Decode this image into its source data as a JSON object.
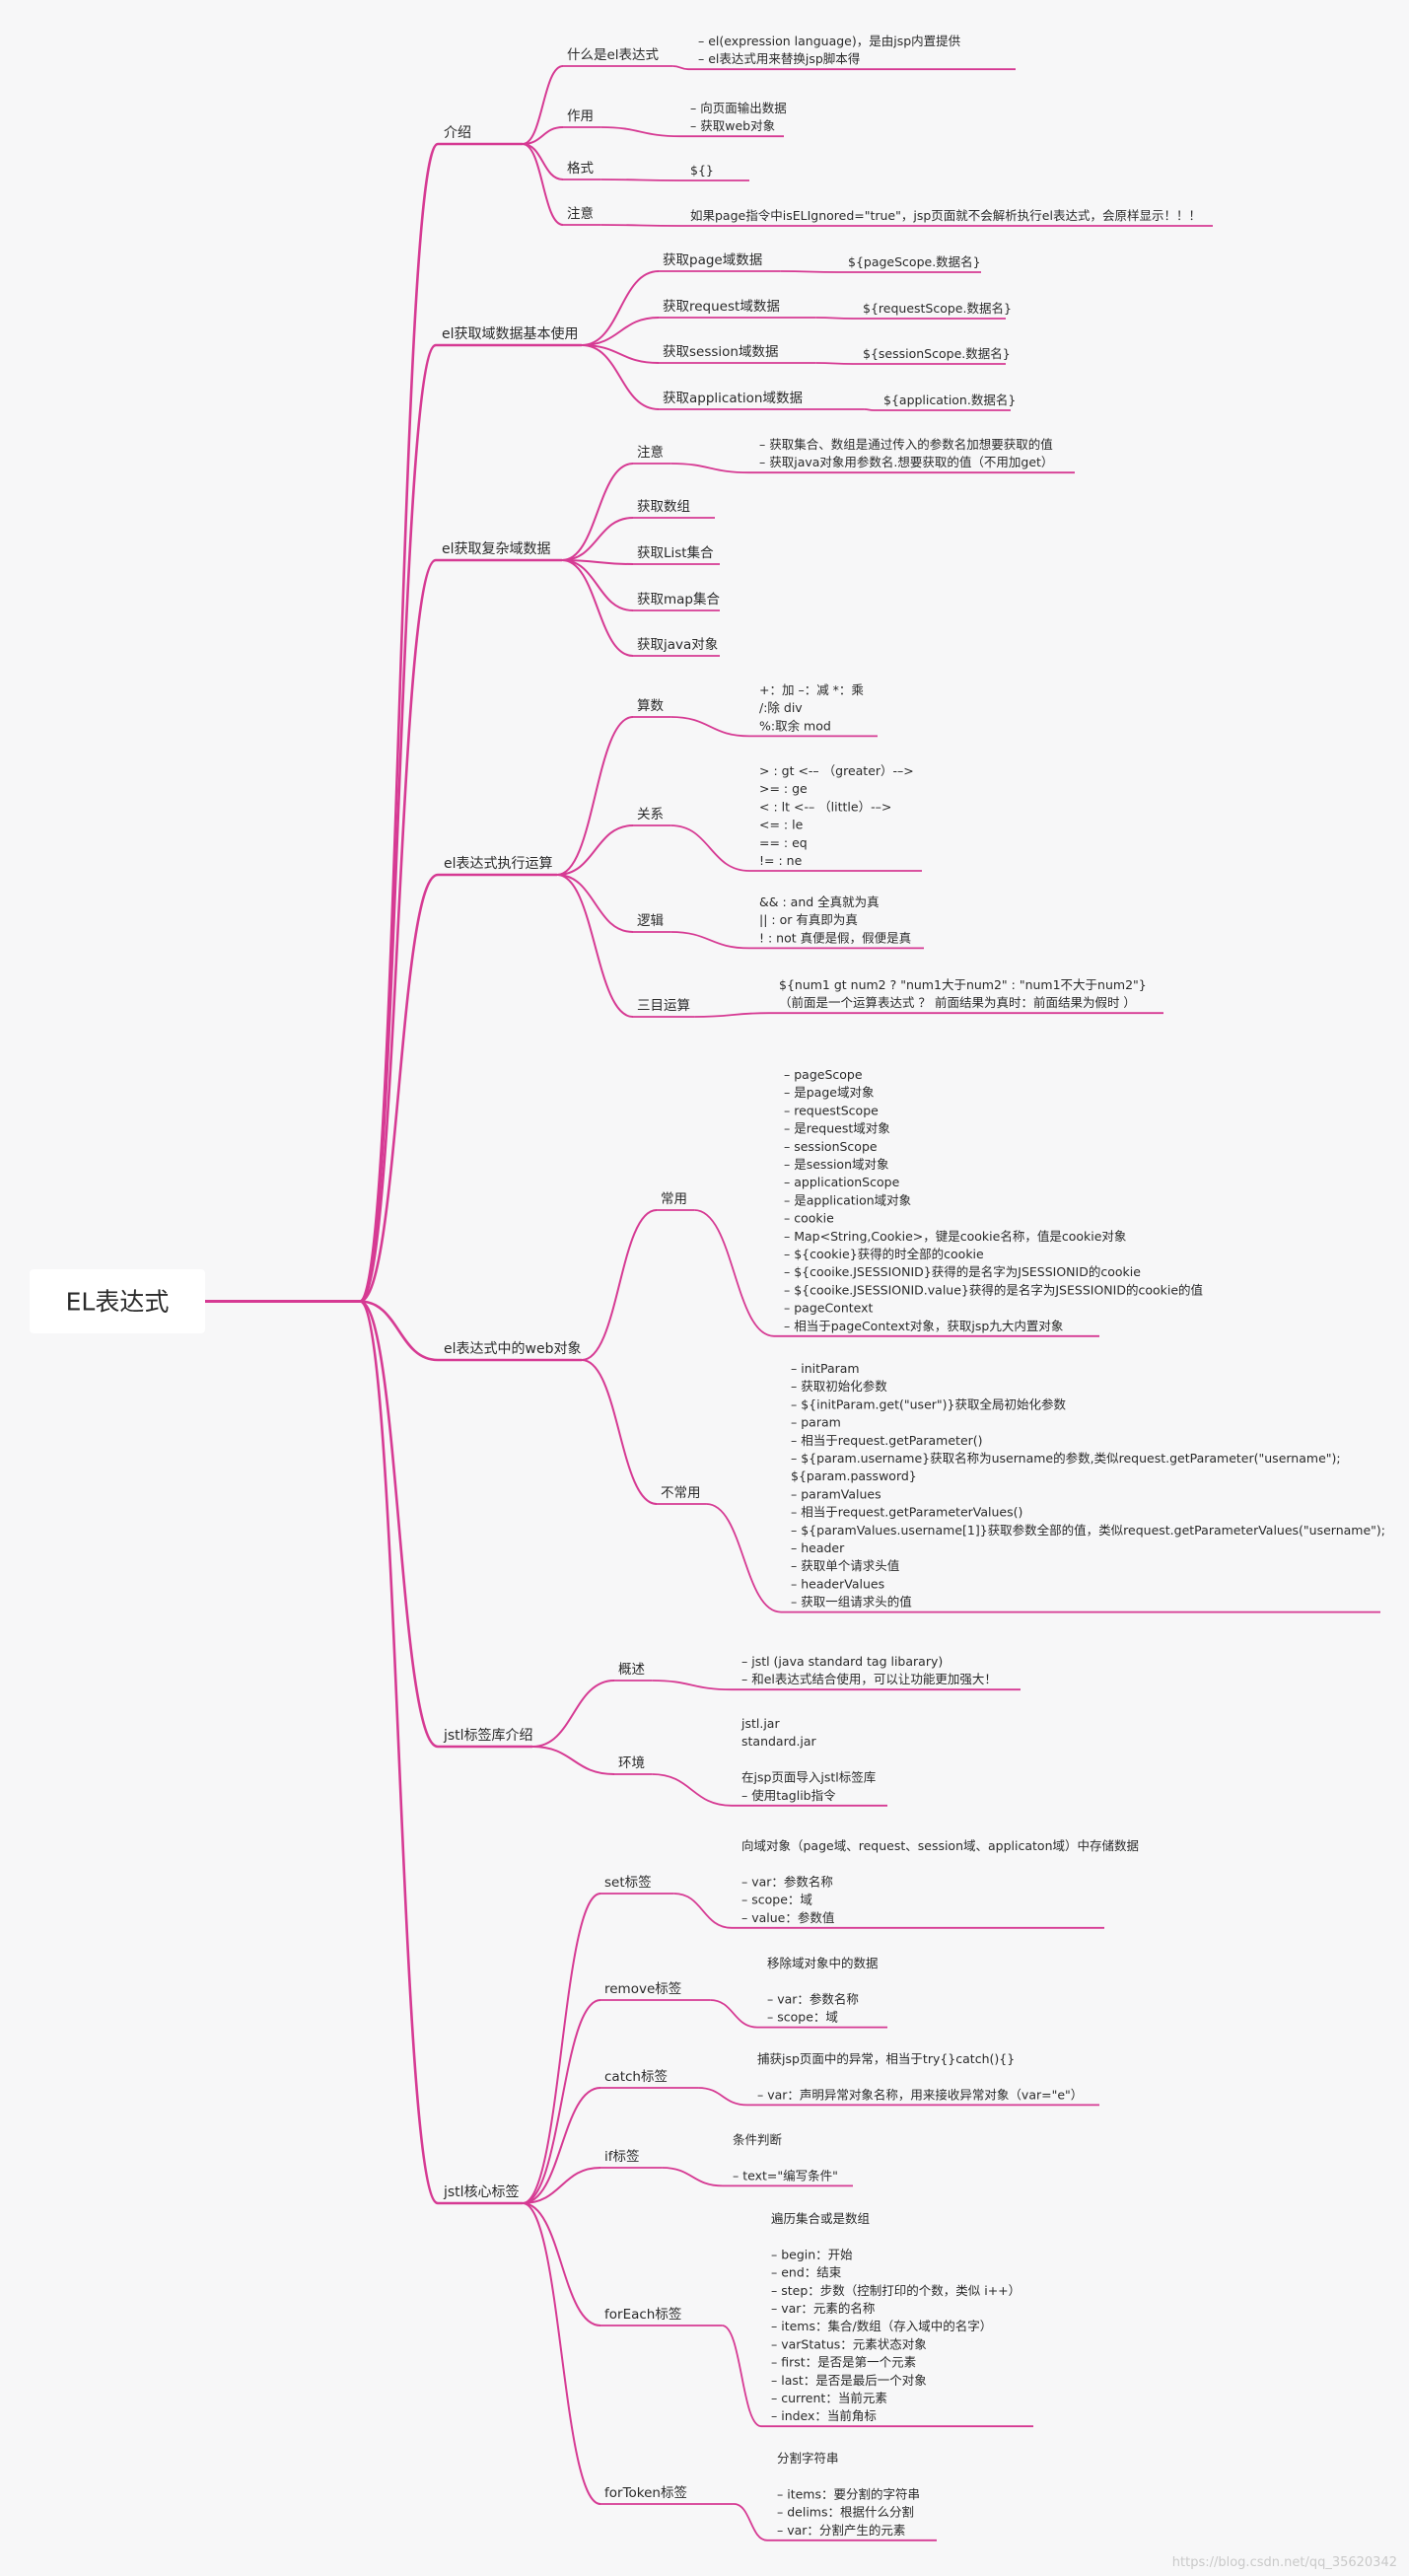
{
  "colors": {
    "branch": "#d63a93",
    "text": "#2a2a2a",
    "background": "#f7f7f8",
    "root_fill": "#ffffff"
  },
  "root": "EL表达式",
  "branches": [
    {
      "label": "介绍",
      "children": [
        {
          "label": "什么是el表达式",
          "lines": [
            "– el(expression language)，是由jsp内置提供",
            "– el表达式用来替换jsp脚本得"
          ]
        },
        {
          "label": "作用",
          "lines": [
            "– 向页面输出数据",
            "– 获取web对象"
          ]
        },
        {
          "label": "格式",
          "lines": [
            "${}"
          ]
        },
        {
          "label": "注意",
          "lines": [
            "如果page指令中isELIgnored=\"true\"，jsp页面就不会解析执行el表达式，会原样显示！！！"
          ]
        }
      ]
    },
    {
      "label": "el获取域数据基本使用",
      "children": [
        {
          "label": "获取page域数据",
          "lines": [
            "${pageScope.数据名}"
          ]
        },
        {
          "label": "获取request域数据",
          "lines": [
            "${requestScope.数据名}"
          ]
        },
        {
          "label": "获取session域数据",
          "lines": [
            "${sessionScope.数据名}"
          ]
        },
        {
          "label": "获取application域数据",
          "lines": [
            "${application.数据名}"
          ]
        }
      ]
    },
    {
      "label": "el获取复杂域数据",
      "children": [
        {
          "label": "注意",
          "lines": [
            "– 获取集合、数组是通过传入的参数名加想要获取的值",
            "– 获取java对象用参数名.想要获取的值（不用加get）"
          ]
        },
        {
          "label": "获取数组",
          "lines": []
        },
        {
          "label": "获取List集合",
          "lines": []
        },
        {
          "label": "获取map集合",
          "lines": []
        },
        {
          "label": "获取java对象",
          "lines": []
        }
      ]
    },
    {
      "label": "el表达式执行运算",
      "children": [
        {
          "label": "算数",
          "lines": [
            "+：加 –：减 *：乘",
            "/:除 div",
            "%:取余 mod"
          ]
        },
        {
          "label": "关系",
          "lines": [
            "> : gt <-– （greater）-–>",
            ">= : ge",
            "< : lt <-– （little）-–>",
            "<= : le",
            "== : eq",
            "!= : ne"
          ]
        },
        {
          "label": "逻辑",
          "lines": [
            "&& : and 全真就为真",
            "|| : or 有真即为真",
            "! : not 真便是假，假便是真"
          ]
        },
        {
          "label": "三目运算",
          "lines": [
            "${num1 gt num2 ? \"num1大于num2\" : \"num1不大于num2\"}",
            "（前面是一个运算表达式 ？ 前面结果为真时：前面结果为假时 ）"
          ]
        }
      ]
    },
    {
      "label": "el表达式中的web对象",
      "children": [
        {
          "label": "常用",
          "lines": [
            "– pageScope",
            "– 是page域对象",
            "– requestScope",
            "– 是request域对象",
            "– sessionScope",
            "– 是session域对象",
            "– applicationScope",
            "– 是application域对象",
            "– cookie",
            "– Map<String,Cookie>，键是cookie名称，值是cookie对象",
            "– ${cookie}获得的时全部的cookie",
            "– ${cooike.JSESSIONID}获得的是名字为JSESSIONID的cookie",
            "– ${cooike.JSESSIONID.value}获得的是名字为JSESSIONID的cookie的值",
            "– pageContext",
            "– 相当于pageContext对象，获取jsp九大内置对象"
          ]
        },
        {
          "label": "不常用",
          "lines": [
            "– initParam",
            "– 获取初始化参数",
            "– ${initParam.get(\"user\")}获取全局初始化参数",
            "– param",
            "– 相当于request.getParameter()",
            "– ${param.username}获取名称为username的参数,类似request.getParameter(\"username\");",
            "${param.password}",
            "– paramValues",
            "– 相当于request.getParameterValues()",
            "– ${paramValues.username[1]}获取参数全部的值，类似request.getParameterValues(\"username\");",
            "– header",
            "– 获取单个请求头值",
            "– headerValues",
            "– 获取一组请求头的值"
          ]
        }
      ]
    },
    {
      "label": "jstl标签库介绍",
      "children": [
        {
          "label": "概述",
          "lines": [
            "– jstl (java standard tag libarary)",
            "– 和el表达式结合使用，可以让功能更加强大！"
          ]
        },
        {
          "label": "环境",
          "lines": [
            "jstl.jar",
            "standard.jar",
            "",
            "在jsp页面导入jstl标签库",
            "– 使用taglib指令"
          ]
        }
      ]
    },
    {
      "label": "jstl核心标签",
      "children": [
        {
          "label": "set标签",
          "lines": [
            "向域对象（page域、request、session域、applicaton域）中存储数据",
            "",
            "– var：参数名称",
            "– scope：域",
            "– value：参数值"
          ]
        },
        {
          "label": "remove标签",
          "lines": [
            "移除域对象中的数据",
            "",
            "– var：参数名称",
            "– scope：域"
          ]
        },
        {
          "label": "catch标签",
          "lines": [
            "捕获jsp页面中的异常，相当于try{}catch(){}",
            "",
            "– var：声明异常对象名称，用来接收异常对象（var=\"e\"）"
          ]
        },
        {
          "label": "if标签",
          "lines": [
            "条件判断",
            "",
            "– text=\"编写条件\""
          ]
        },
        {
          "label": "forEach标签",
          "lines": [
            "遍历集合或是数组",
            "",
            "– begin：开始",
            "– end：结束",
            "– step：步数（控制打印的个数，类似 i++）",
            "– var：元素的名称",
            "– items：集合/数组（存入域中的名字）",
            "– varStatus：元素状态对象",
            "– first：是否是第一个元素",
            "– last：是否是最后一个对象",
            "– current：当前元素",
            "– index：当前角标"
          ]
        },
        {
          "label": "forToken标签",
          "lines": [
            "分割字符串",
            "",
            "– items：要分割的字符串",
            "– delims：根据什么分割",
            "– var：分割产生的元素"
          ]
        }
      ]
    }
  ],
  "watermark": "https://blog.csdn.net/qq_35620342"
}
